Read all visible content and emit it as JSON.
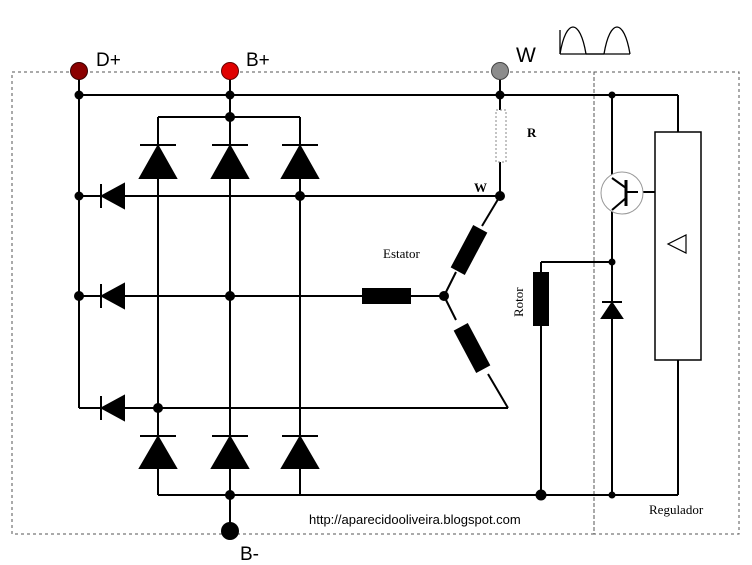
{
  "labels": {
    "d_plus": "D+",
    "b_plus": "B+",
    "w_terminal": "W",
    "w_node": "W",
    "resistor": "R",
    "stator": "Estator",
    "rotor": "Rotor",
    "regulator": "Regulador",
    "b_minus": "B-",
    "url": "http://aparecidooliveira.blogspot.com"
  },
  "colors": {
    "d_plus_terminal": "#8b0000",
    "b_plus_terminal": "#e00000",
    "w_terminal": "#8c8c8c",
    "b_minus_terminal": "#000000"
  }
}
